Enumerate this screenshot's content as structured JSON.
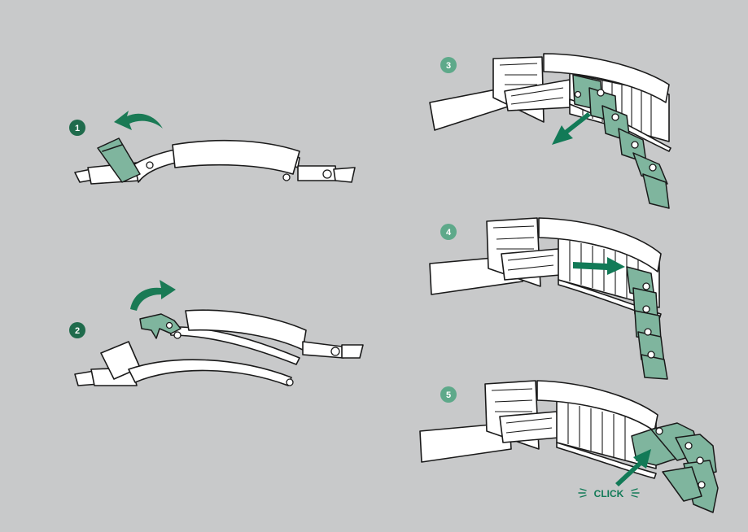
{
  "steps": [
    {
      "number": "1",
      "action": "lift-cover"
    },
    {
      "number": "2",
      "action": "open-clasp"
    },
    {
      "number": "3",
      "action": "remove-link"
    },
    {
      "number": "4",
      "action": "insert-link"
    },
    {
      "number": "5",
      "action": "close-clasp"
    }
  ],
  "click_label": "CLICK",
  "colors": {
    "background": "#c8c9ca",
    "accent_green": "#127a57",
    "badge_dark": "#1f6b4c",
    "badge_light": "#5ea98a",
    "highlight_green": "#7fb59e"
  }
}
